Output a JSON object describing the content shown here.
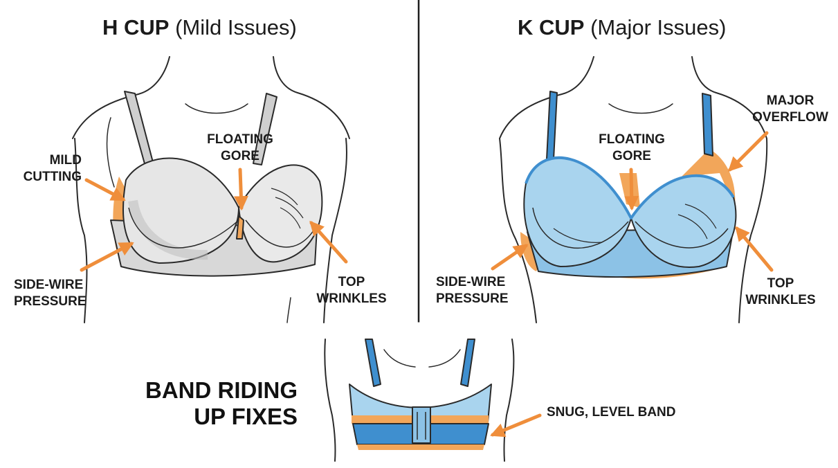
{
  "panels": {
    "left": {
      "title_bold": "H CUP",
      "title_rest": "(Mild Issues)",
      "labels": {
        "mild_cutting": [
          "MILD",
          "CUTTING"
        ],
        "floating_gore": [
          "FLOATING",
          "GORE"
        ],
        "side_wire": [
          "SIDE-WIRE",
          "PRESSURE"
        ],
        "top_wrinkles": [
          "TOP",
          "WRINKLES"
        ]
      }
    },
    "right": {
      "title_bold": "K CUP",
      "title_rest": "(Major Issues)",
      "labels": {
        "major_overflow": [
          "MAJOR",
          "OVERFLOW"
        ],
        "floating_gore": [
          "FLOATING",
          "GORE"
        ],
        "side_wire": [
          "SIDE-WIRE",
          "PRESSURE"
        ],
        "top_wrinkles": [
          "TOP",
          "WRINKLES"
        ]
      }
    },
    "bottom": {
      "heading": [
        "BAND RIDING",
        "UP FIXES"
      ],
      "label": "SNUG, LEVEL BAND"
    }
  },
  "colors": {
    "outline": "#2a2a2a",
    "arrow": "#ef8e3b",
    "highlight": "#f2a65a",
    "bra_grey": "#e4e4e4",
    "bra_grey_dark": "#c9c9c9",
    "bra_blue": "#a9d4ee",
    "bra_blue_dark": "#3f8fcf"
  }
}
